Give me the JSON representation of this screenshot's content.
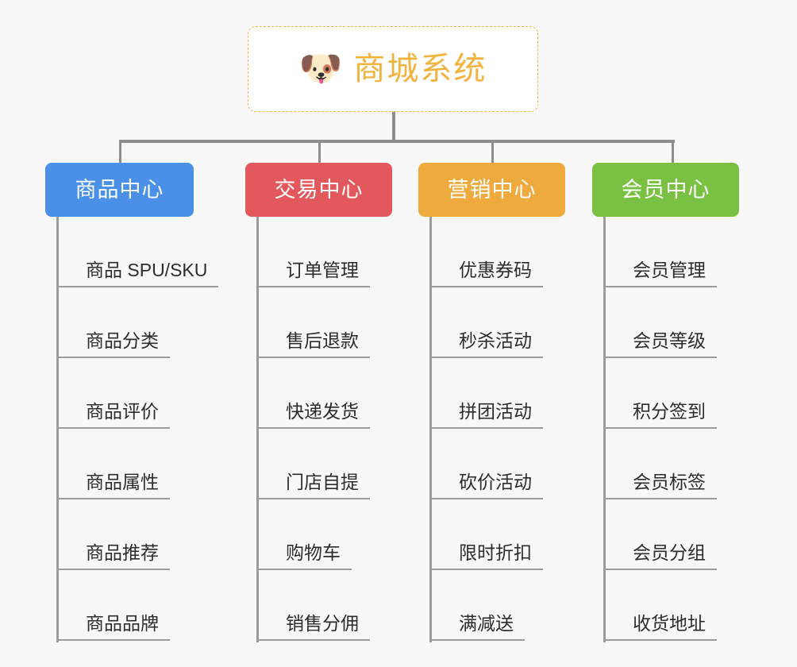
{
  "root": {
    "icon": "dog-face-icon",
    "emoji": "🐶",
    "title": "商城系统",
    "border_color": "#f0b44a",
    "title_color": "#f2b23e",
    "background": "#ffffff"
  },
  "canvas": {
    "background": "#f8f8f8",
    "connector_color": "#8d8d8d",
    "divider_color": "#9b9b9b"
  },
  "columns": [
    {
      "id": "product-center",
      "label": "商品中心",
      "color": "#4a90e8",
      "items": [
        {
          "label": "商品 SPU/SKU"
        },
        {
          "label": "商品分类"
        },
        {
          "label": "商品评价"
        },
        {
          "label": "商品属性"
        },
        {
          "label": "商品推荐"
        },
        {
          "label": "商品品牌"
        }
      ]
    },
    {
      "id": "trade-center",
      "label": "交易中心",
      "color": "#e2585c",
      "items": [
        {
          "label": "订单管理"
        },
        {
          "label": "售后退款"
        },
        {
          "label": "快递发货"
        },
        {
          "label": "门店自提"
        },
        {
          "label": "购物车"
        },
        {
          "label": "销售分佣"
        }
      ]
    },
    {
      "id": "marketing-center",
      "label": "营销中心",
      "color": "#eeaa3c",
      "items": [
        {
          "label": "优惠券码"
        },
        {
          "label": "秒杀活动"
        },
        {
          "label": "拼团活动"
        },
        {
          "label": "砍价活动"
        },
        {
          "label": "限时折扣"
        },
        {
          "label": "满减送"
        }
      ]
    },
    {
      "id": "member-center",
      "label": "会员中心",
      "color": "#7ac143",
      "items": [
        {
          "label": "会员管理"
        },
        {
          "label": "会员等级"
        },
        {
          "label": "积分签到"
        },
        {
          "label": "会员标签"
        },
        {
          "label": "会员分组"
        },
        {
          "label": "收货地址"
        }
      ]
    }
  ]
}
